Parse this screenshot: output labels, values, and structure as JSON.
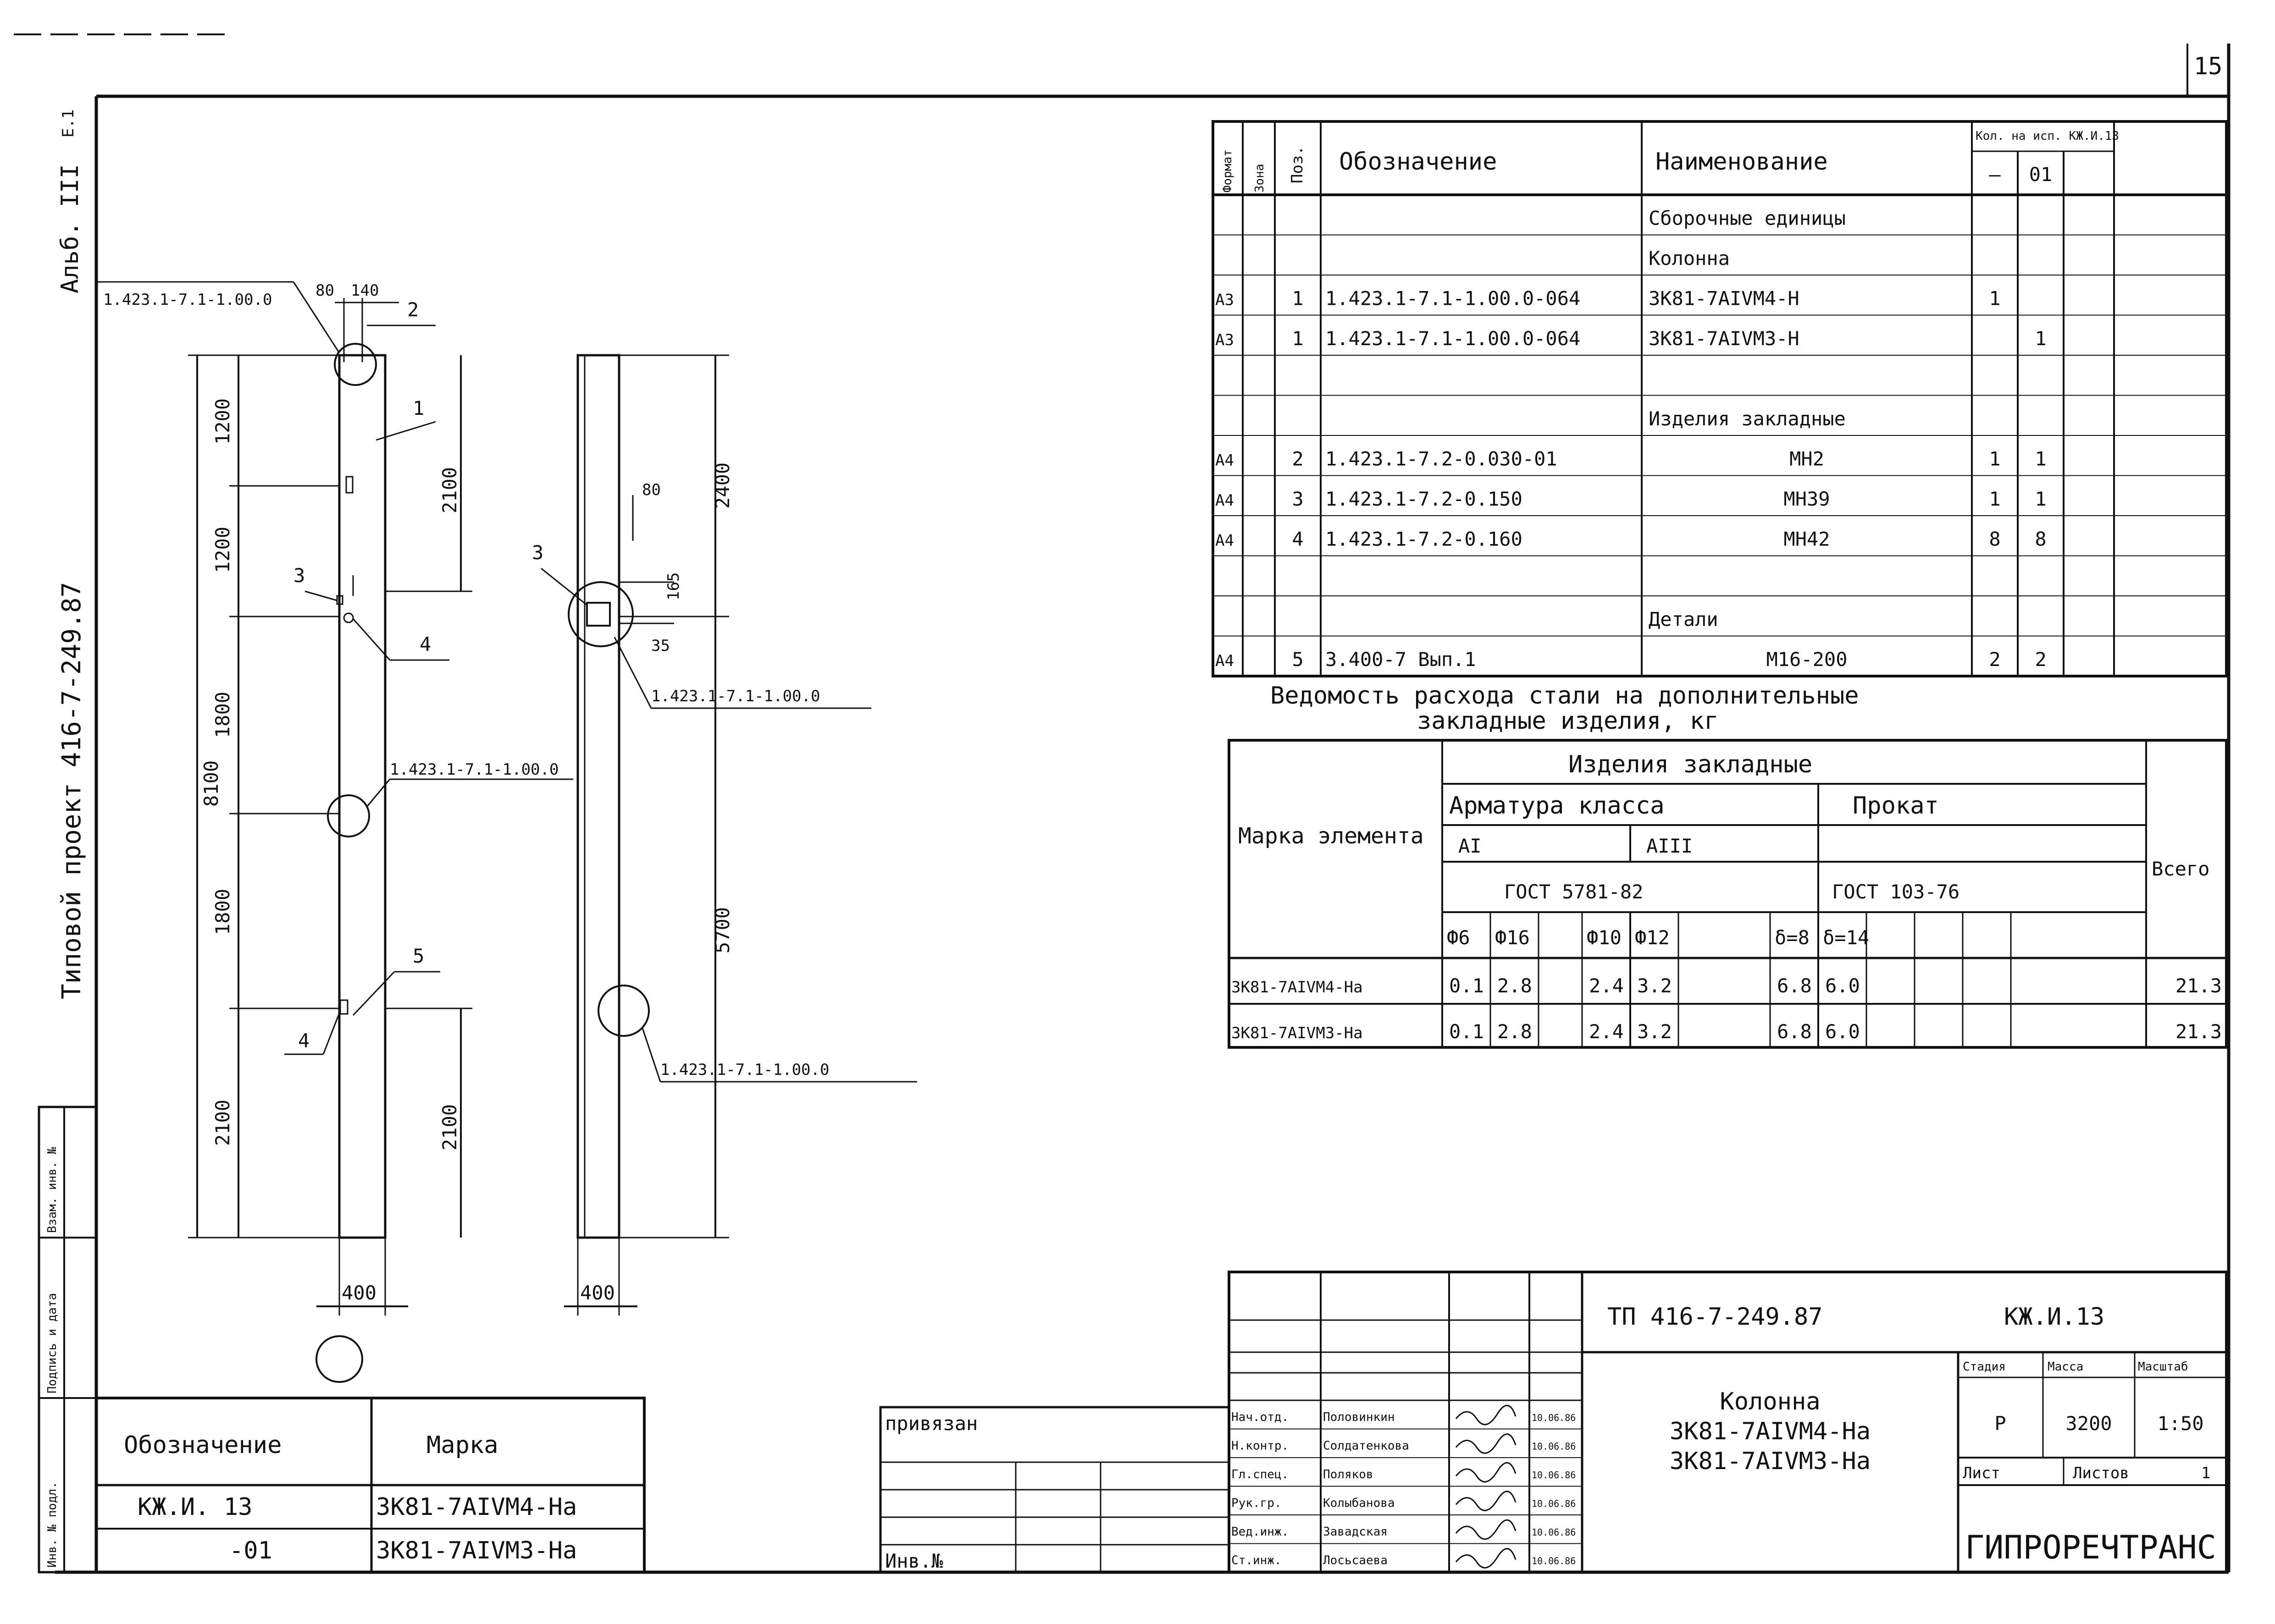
{
  "sheet_number": "15",
  "top_left_mark": "Е.1",
  "album": "Альб. III",
  "project_vertical": "Типовой проект 416-7-249.87",
  "side_stamp": [
    "Инв. № подл.",
    "Подпись и дата",
    "Взам. инв. №"
  ],
  "elevation": {
    "left_dims": [
      "8100",
      "1200",
      "1200",
      "1800",
      "1800",
      "2100"
    ],
    "right_dims": [
      "2100",
      "2100"
    ],
    "width_dim": "400",
    "top_dims": [
      "80",
      "140"
    ],
    "callouts": [
      "1.423.1-7.1-1.00.0",
      "1.423.1-7.1-1.00.0"
    ],
    "positions": [
      "1",
      "2",
      "3",
      "4",
      "4",
      "5"
    ]
  },
  "side_view": {
    "dims": [
      "2400",
      "5700"
    ],
    "small_dims": [
      "80",
      "165",
      "35"
    ],
    "width_dim": "400",
    "callouts": [
      "1.423.1-7.1-1.00.0",
      "1.423.1-7.1-1.00.0"
    ],
    "positions": [
      "3"
    ]
  },
  "spec_table": {
    "headers": {
      "format": "Формат",
      "zone": "Зона",
      "pos": "Поз.",
      "designation": "Обозначение",
      "name": "Наименование",
      "qty": "Кол. на исп. КЖ.И.13",
      "qty_cols": [
        "—",
        "01"
      ]
    },
    "rows": [
      {
        "fmt": "",
        "pos": "",
        "des": "",
        "name": "Сборочные единицы",
        "q1": "",
        "q2": ""
      },
      {
        "fmt": "",
        "pos": "",
        "des": "",
        "name": "Колонна",
        "q1": "",
        "q2": ""
      },
      {
        "fmt": "А3",
        "pos": "1",
        "des": "1.423.1-7.1-1.00.0-064",
        "name": "3К81-7АIVМ4-Н",
        "q1": "1",
        "q2": ""
      },
      {
        "fmt": "А3",
        "pos": "1",
        "des": "1.423.1-7.1-1.00.0-064",
        "name": "3К81-7АIVМ3-Н",
        "q1": "",
        "q2": "1"
      },
      {
        "fmt": "",
        "pos": "",
        "des": "",
        "name": "",
        "q1": "",
        "q2": ""
      },
      {
        "fmt": "",
        "pos": "",
        "des": "",
        "name": "Изделия закладные",
        "q1": "",
        "q2": ""
      },
      {
        "fmt": "А4",
        "pos": "2",
        "des": "1.423.1-7.2-0.030-01",
        "name": "МН2",
        "q1": "1",
        "q2": "1"
      },
      {
        "fmt": "А4",
        "pos": "3",
        "des": "1.423.1-7.2-0.150",
        "name": "МН39",
        "q1": "1",
        "q2": "1"
      },
      {
        "fmt": "А4",
        "pos": "4",
        "des": "1.423.1-7.2-0.160",
        "name": "МН42",
        "q1": "8",
        "q2": "8"
      },
      {
        "fmt": "",
        "pos": "",
        "des": "",
        "name": "",
        "q1": "",
        "q2": ""
      },
      {
        "fmt": "",
        "pos": "",
        "des": "",
        "name": "Детали",
        "q1": "",
        "q2": ""
      },
      {
        "fmt": "А4",
        "pos": "5",
        "des": "3.400-7 Вып.1",
        "name": "М16-200",
        "q1": "2",
        "q2": "2"
      }
    ]
  },
  "steel_table": {
    "title_line1": "Ведомость расхода стали на дополнительные",
    "title_line2": "закладные изделия, кг",
    "col_mark": "Марка элемента",
    "group": "Изделия закладные",
    "rebar_class": "Арматура класса",
    "rolled": "Прокат",
    "class_ai": "АI",
    "class_aiii": "АIII",
    "gost_rebar": "ГОСТ 5781-82",
    "gost_rolled": "ГОСТ 103-76",
    "total": "Всего",
    "subheads": [
      "Ф6",
      "Ф16",
      "",
      "Ф10",
      "Ф12",
      "",
      "δ=8",
      "δ=14",
      "",
      "",
      ""
    ],
    "rows": [
      {
        "mark": "3К81-7АIVМ4-На",
        "cells": [
          "0.1",
          "2.8",
          "",
          "2.4",
          "3.2",
          "",
          "6.8",
          "6.0",
          "",
          "",
          ""
        ],
        "total": "21.3"
      },
      {
        "mark": "3К81-7АIVМ3-На",
        "cells": [
          "0.1",
          "2.8",
          "",
          "2.4",
          "3.2",
          "",
          "6.8",
          "6.0",
          "",
          "",
          ""
        ],
        "total": "21.3"
      }
    ]
  },
  "versions_table": {
    "headers": [
      "Обозначение",
      "Марка"
    ],
    "rows": [
      [
        "КЖ.И. 13",
        "3К81-7АIVМ4-На"
      ],
      [
        "-01",
        "3К81-7АIVМ3-На"
      ]
    ]
  },
  "binding": {
    "label": "привязан",
    "inv": "Инв.№"
  },
  "title_block": {
    "project": "ТП 416-7-249.87",
    "code": "КЖ.И.13",
    "title": [
      "Колонна",
      "3К81-7АIVМ4-На",
      "3К81-7АIVМ3-На"
    ],
    "stage_label": "Стадия",
    "mass_label": "Масса",
    "scale_label": "Масштаб",
    "stage": "Р",
    "mass": "3200",
    "scale": "1:50",
    "sheet_label": "Лист",
    "sheets_label": "Листов",
    "sheets": "1",
    "org": "ГИПРОРЕЧТРАНС",
    "staff": [
      {
        "role": "Нач.отд.",
        "name": "Половинкин",
        "date": "10.06.86"
      },
      {
        "role": "Н.контр.",
        "name": "Солдатенкова",
        "date": "10.06.86"
      },
      {
        "role": "Гл.спец.",
        "name": "Поляков",
        "date": "10.06.86"
      },
      {
        "role": "Рук.гр.",
        "name": "Колыбанова",
        "date": "10.06.86"
      },
      {
        "role": "Вед.инж.",
        "name": "Завадская",
        "date": "10.06.86"
      },
      {
        "role": "Ст.инж.",
        "name": "Лосьсаева",
        "date": "10.06.86"
      }
    ]
  }
}
